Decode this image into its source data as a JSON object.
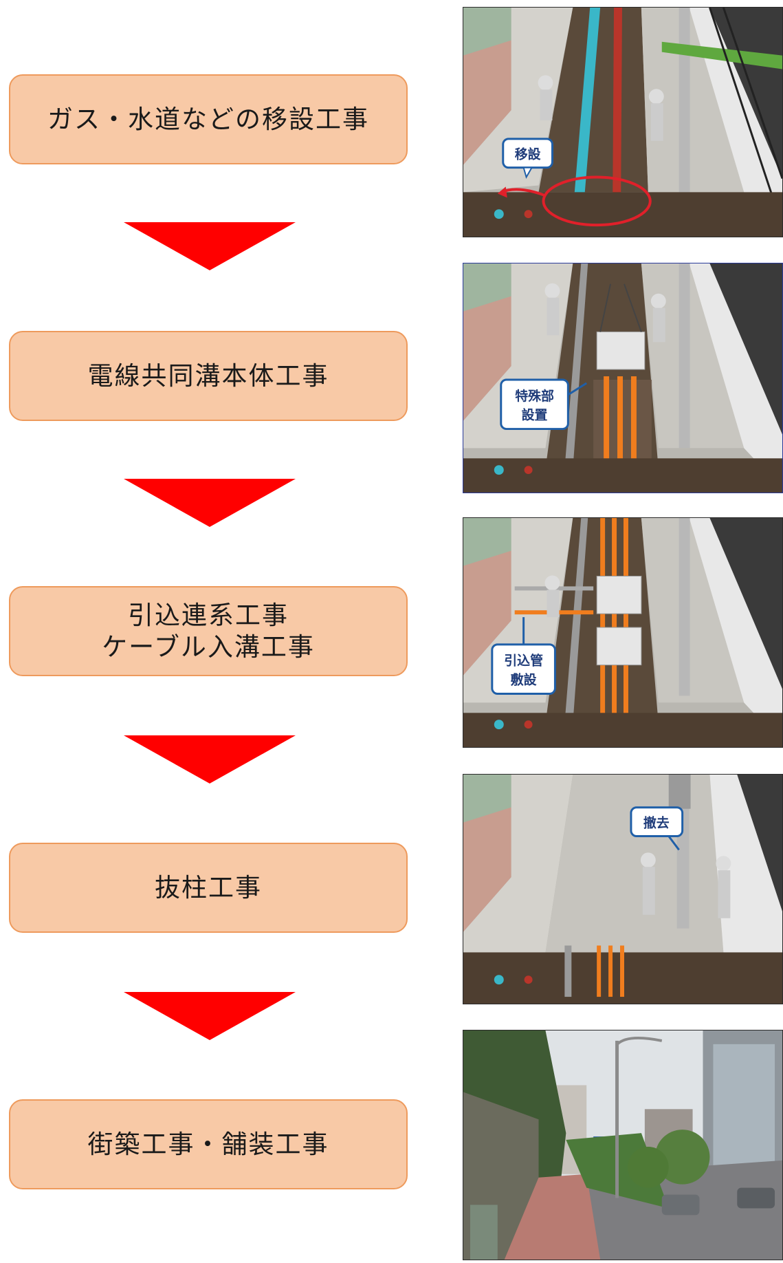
{
  "steps": [
    {
      "label": "ガス・水道などの移設工事"
    },
    {
      "label": "電線共同溝本体工事"
    },
    {
      "label": "引込連系工事\nケーブル入溝工事"
    },
    {
      "label": "抜柱工事"
    },
    {
      "label": "街築工事・舗装工事"
    }
  ],
  "callouts": {
    "relocate": "移設",
    "special_1": "特殊部",
    "special_2": "設置",
    "lead_1": "引込管",
    "lead_2": "敷設",
    "remove": "撤去"
  },
  "colors": {
    "box_fill": "#f8c9a6",
    "box_border": "#ee9a5c",
    "arrow": "#ff0000",
    "callout_border": "#1f5fa8"
  }
}
